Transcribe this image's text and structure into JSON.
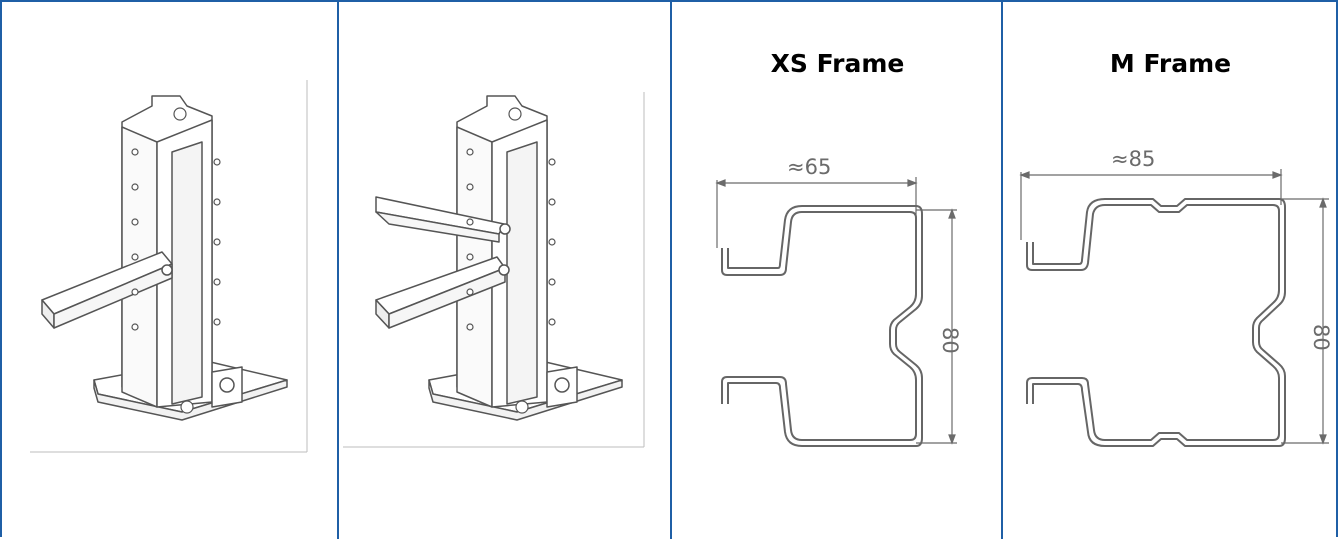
{
  "panels": [
    {
      "title": "",
      "image": "upright-single-arm-bracket"
    },
    {
      "title": "",
      "image": "upright-double-arm-bracket"
    },
    {
      "title": "XS Frame",
      "image": "xs-frame-profile",
      "width_label": "≈65",
      "height_label": "80"
    },
    {
      "title": "M Frame",
      "image": "m-frame-profile",
      "width_label": "≈85",
      "height_label": "80"
    }
  ],
  "colors": {
    "border": "#1f5fa6",
    "line": "#555555"
  }
}
